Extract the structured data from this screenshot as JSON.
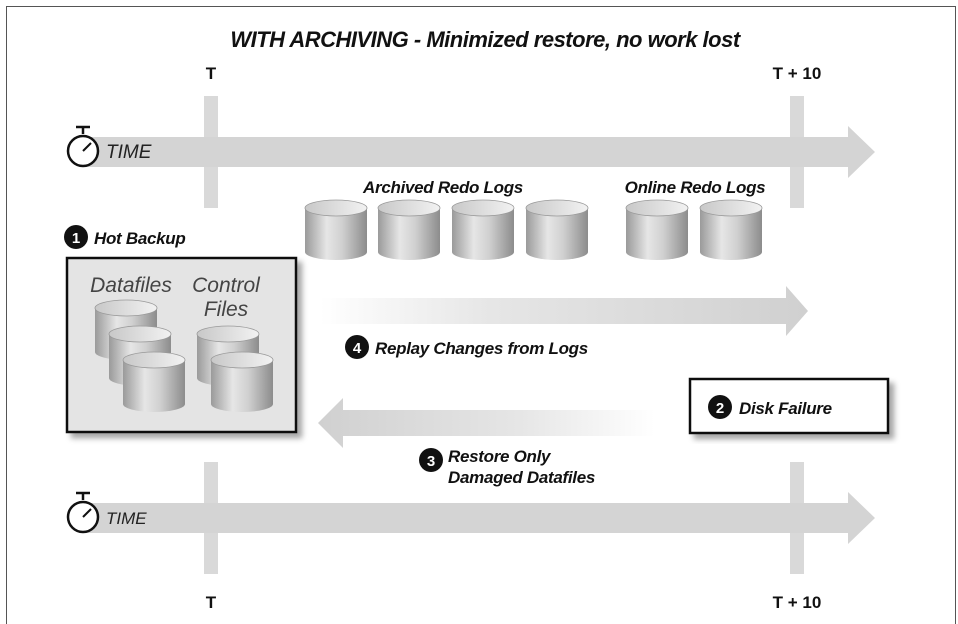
{
  "title": "WITH ARCHIVING - Minimized restore, no work lost",
  "timelines": {
    "top": {
      "label": "TIME",
      "tick_start": "T",
      "tick_end": "T + 10"
    },
    "bottom": {
      "label": "TIME",
      "tick_start": "T",
      "tick_end": "T + 10"
    }
  },
  "logs": {
    "archived_label": "Archived Redo Logs",
    "online_label": "Online Redo Logs"
  },
  "steps": {
    "hot_backup": {
      "number": "1",
      "label": "Hot Backup"
    },
    "disk_failure": {
      "number": "2",
      "label": "Disk Failure"
    },
    "restore": {
      "number": "3",
      "line1": "Restore Only",
      "line2": "Damaged Datafiles"
    },
    "replay": {
      "number": "4",
      "label": "Replay Changes from Logs"
    }
  },
  "backup_box": {
    "datafiles_label": "Datafiles",
    "control_line1": "Control",
    "control_line2": "Files"
  },
  "colors": {
    "arrow": "#d4d4d4",
    "bar": "#d9d9d9",
    "box_fill": "#e4e4e4",
    "badge": "#111111"
  }
}
